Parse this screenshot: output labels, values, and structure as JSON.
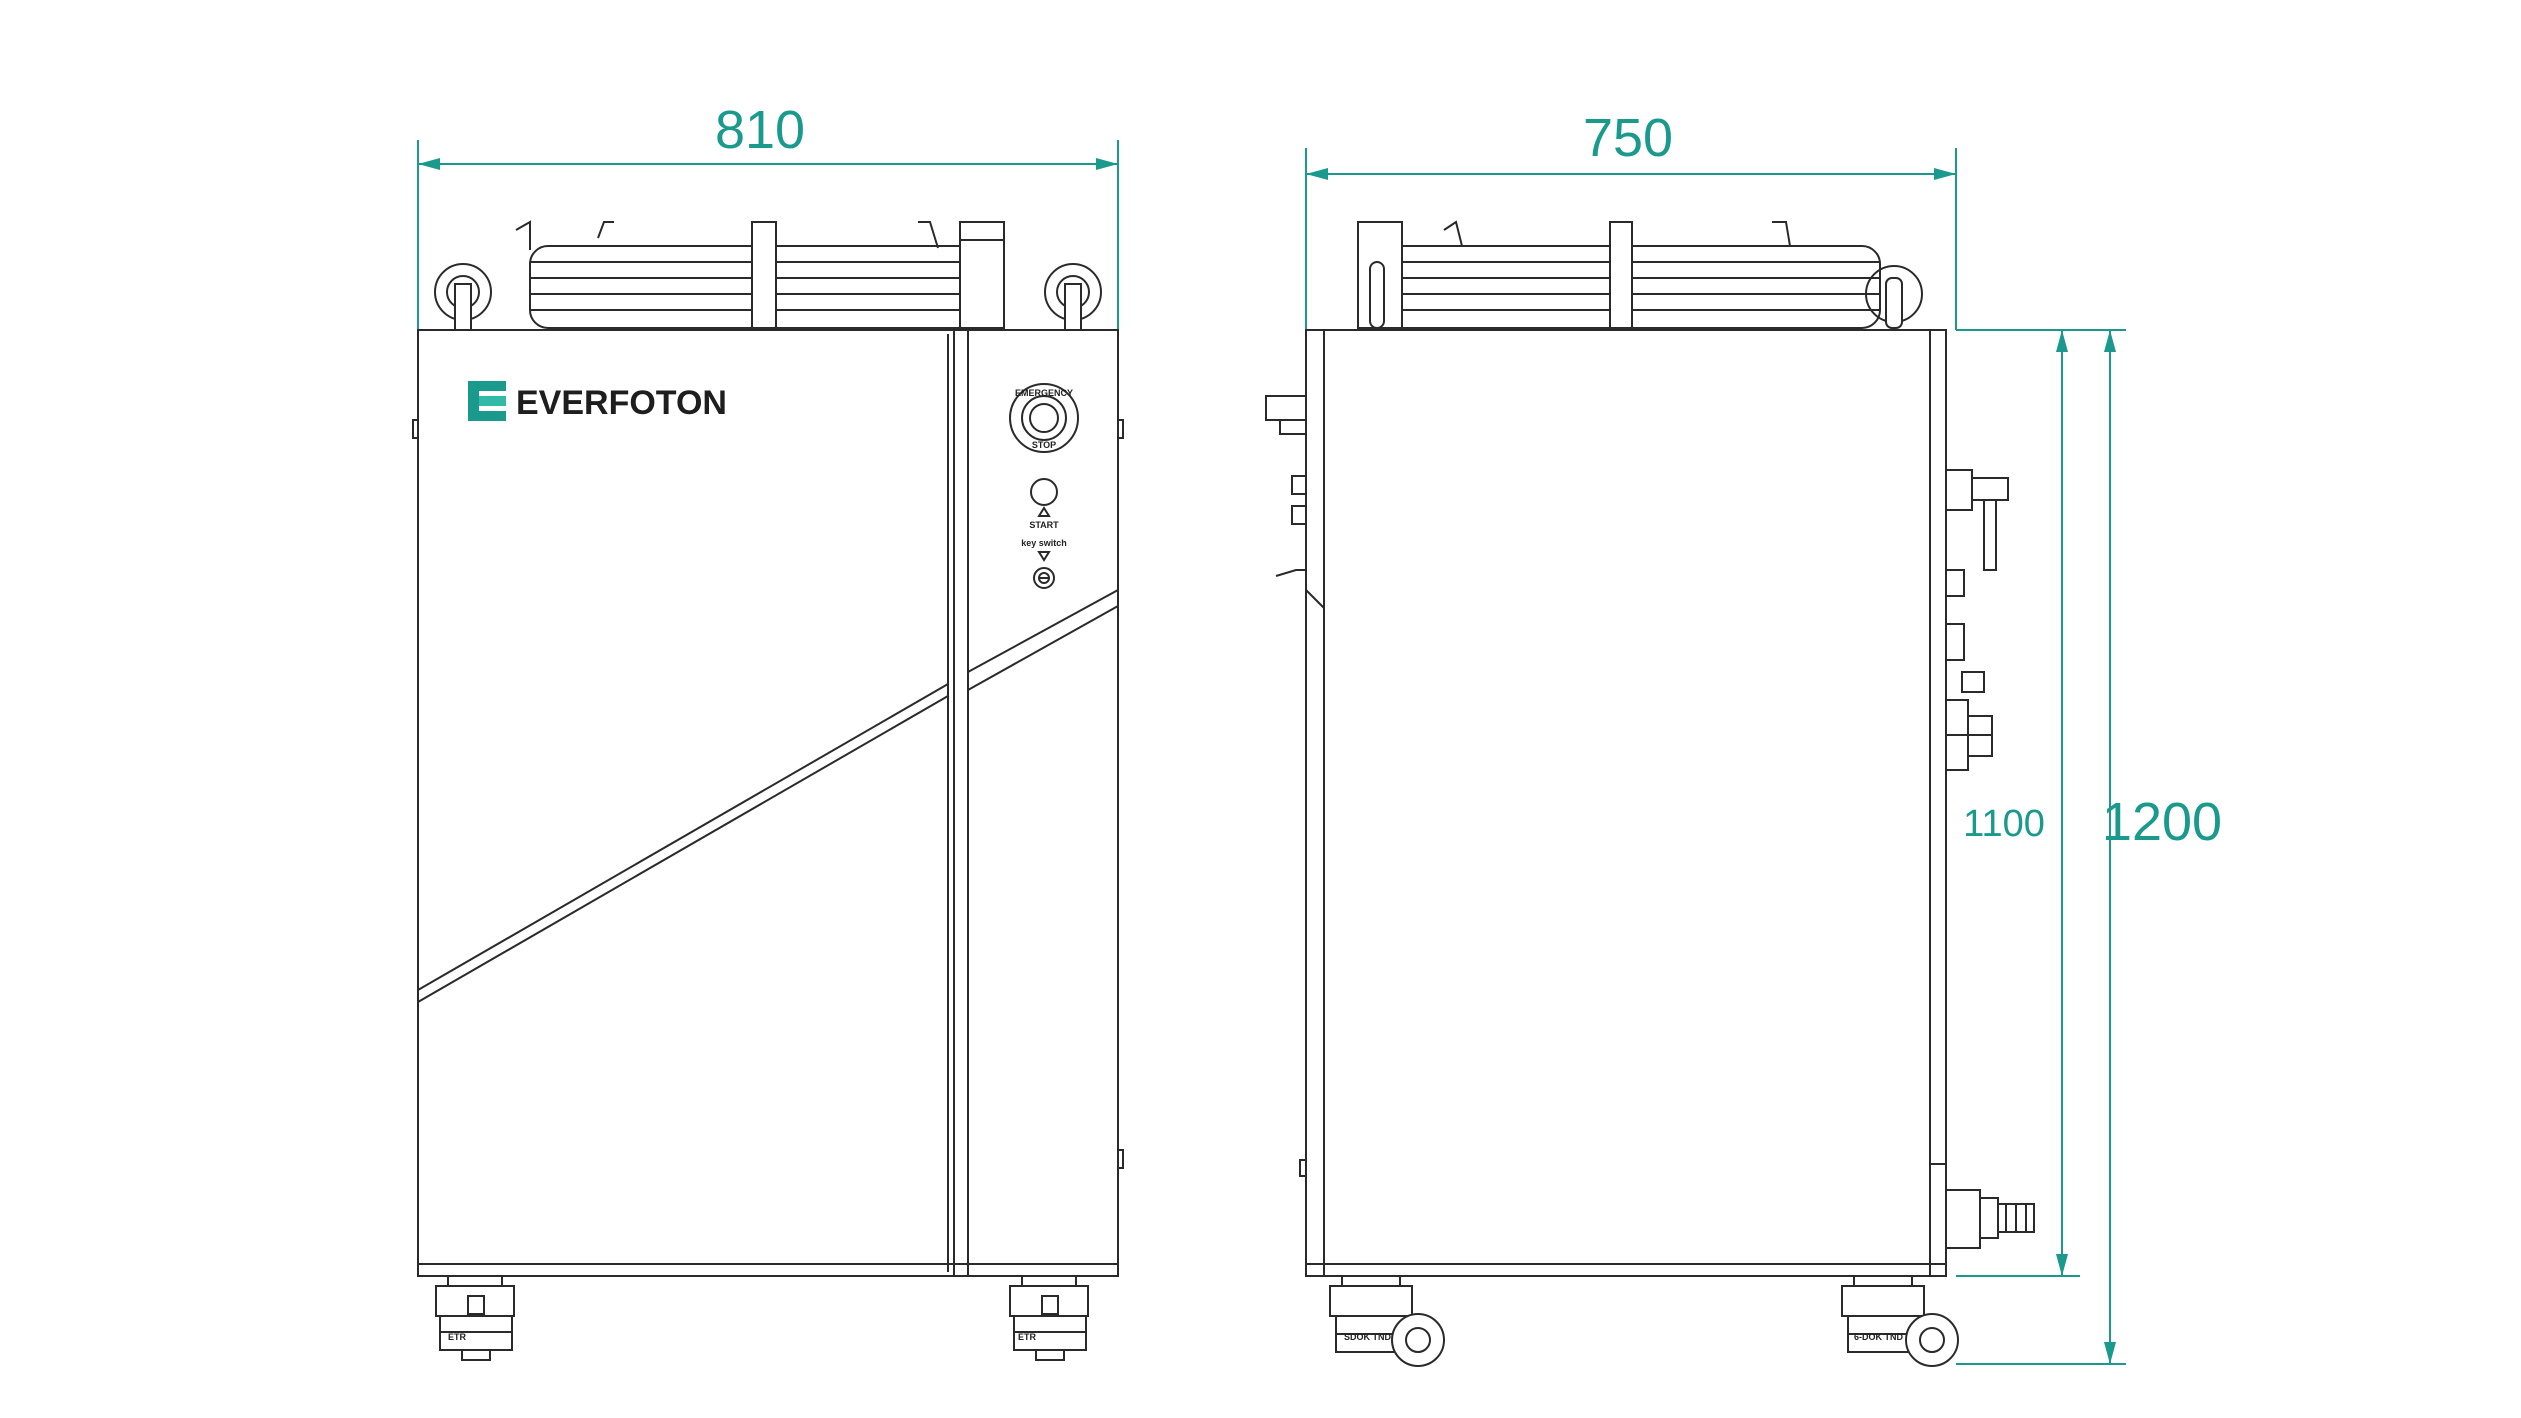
{
  "front_view": {
    "width_dim": "810",
    "brand": "EVERFOTON",
    "emergency_label_top": "EMERGENCY",
    "emergency_label_bottom": "STOP",
    "start_label": "START",
    "key_label": "key switch",
    "caster_label": "ETR"
  },
  "side_view": {
    "width_dim": "750",
    "height_inner_dim": "1100",
    "height_total_dim": "1200",
    "caster_label_left": "SDOK TND",
    "caster_label_right": "6-DOK TND"
  },
  "colors": {
    "dimension": "#1a9a8c",
    "outline": "#2a2a2a",
    "logo": "#1a9a8c"
  }
}
